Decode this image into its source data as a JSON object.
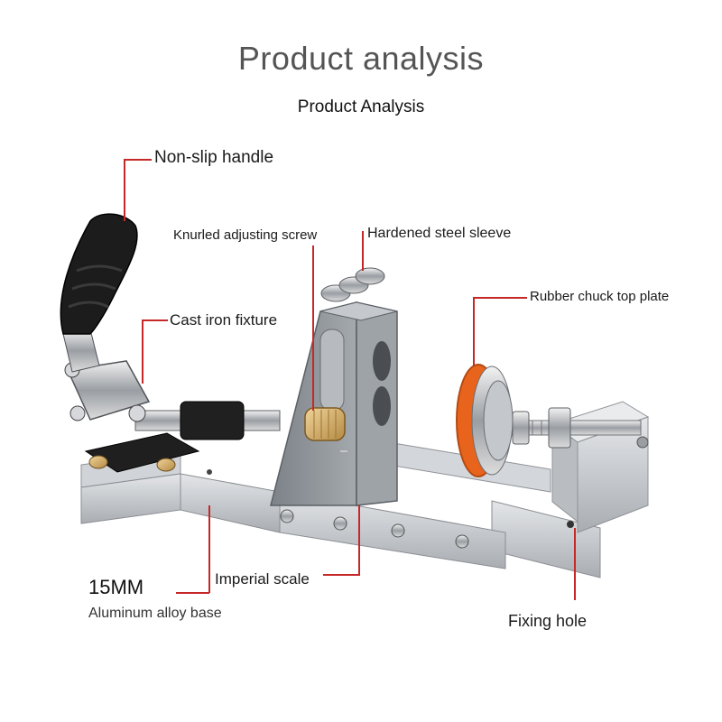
{
  "header": {
    "title": "Product analysis",
    "subtitle": "Product Analysis"
  },
  "callouts": {
    "handle": "Non-slip handle",
    "screw": "Knurled adjusting screw",
    "sleeve": "Hardened steel sleeve",
    "chuck": "Rubber chuck top plate",
    "cast": "Cast iron fixture",
    "scale": "Imperial scale",
    "base_size": "15MM",
    "base": "Aluminum alloy base",
    "fixing": "Fixing hole"
  },
  "colors": {
    "leader": "#c62828",
    "accent_orange": "#e8631c",
    "handle_grip": "#1c1c1c",
    "aluminum": "#c9ccd0",
    "cast_gray": "#8c9197",
    "brass": "#d8b071"
  }
}
